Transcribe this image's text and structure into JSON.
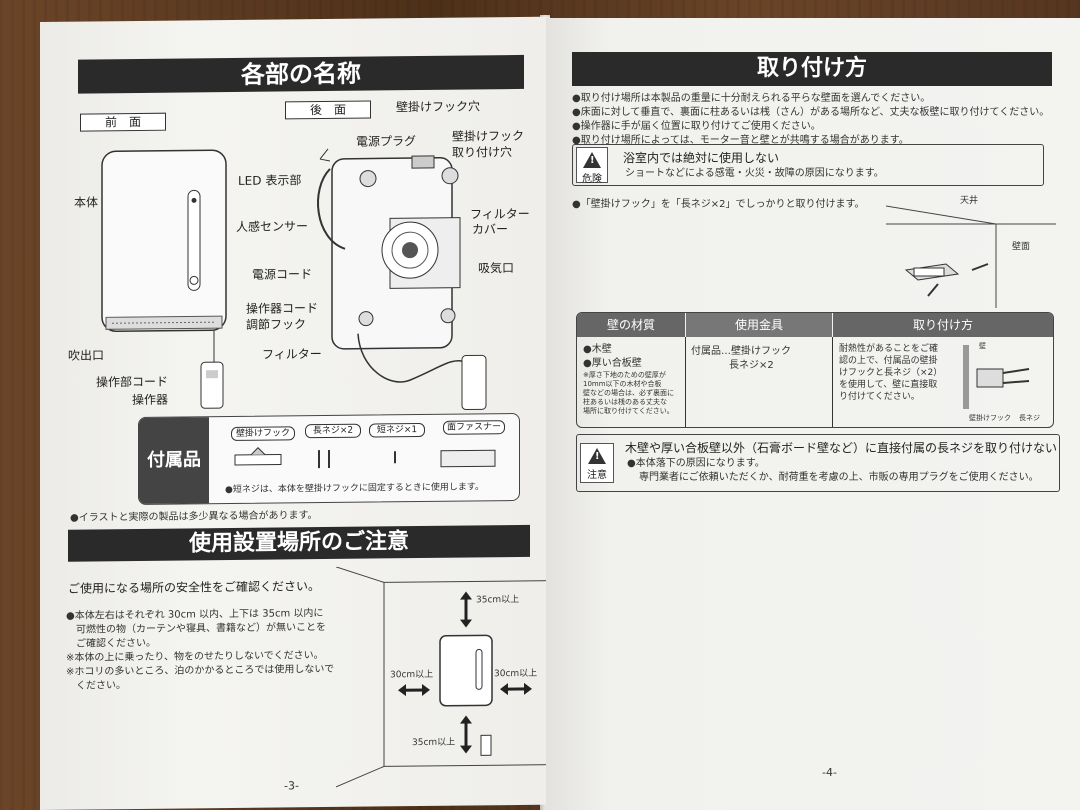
{
  "left_page": {
    "section1_title": "各部の名称",
    "front_label": "前　面",
    "back_label": "後　面",
    "labels": {
      "body": "本体",
      "led": "LED 表示部",
      "sensor": "人感センサー",
      "outlet": "吹出口",
      "op_cord": "操作部コード",
      "controller": "操作器",
      "hook_hole": "壁掛けフック穴",
      "plug": "電源プラグ",
      "hook_mount_1": "壁掛けフック",
      "hook_mount_2": "取り付け穴",
      "filter_cover_1": "フィルター",
      "filter_cover_2": "カバー",
      "power_cord": "電源コード",
      "intake": "吸気口",
      "cord_hook_1": "操作器コード",
      "cord_hook_2": "調節フック",
      "filter": "フィルター"
    },
    "accessories": {
      "title": "付属品",
      "items": [
        "壁掛けフック",
        "長ネジ×2",
        "短ネジ×1",
        "面ファスナー"
      ],
      "note": "●短ネジは、本体を壁掛けフックに固定するときに使用します。"
    },
    "illustration_note": "●イラストと実際の製品は多少異なる場合があります。",
    "section2_title": "使用設置場所のご注意",
    "check_text": "ご使用になる場所の安全性をご確認ください。",
    "notes": [
      "●本体左右はそれぞれ 30cm 以内、上下は 35cm 以内に",
      "　可燃性の物（カーテンや寝具、書籍など）が無いことを",
      "　ご確認ください。",
      "※本体の上に乗ったり、物をのせたりしないでください。",
      "※ホコリの多いところ、泊のかかるところでは使用しないで",
      "　ください。"
    ],
    "dims": {
      "top": "35cm以上",
      "left": "30cm以上",
      "right": "30cm以上",
      "bottom": "35cm以上"
    },
    "page_num": "-3-"
  },
  "right_page": {
    "title": "取り付け方",
    "bullets": [
      "●取り付け場所は本製品の重量に十分耐えられる平らな壁面を選んでください。",
      "●床面に対して垂直で、裏面に柱あるいは桟（さん）がある場所など、丈夫な板壁に取り付けてください。",
      "●操作器に手が届く位置に取り付けてご使用ください。",
      "●取り付け場所によっては、モーター音と壁とが共鳴する場合があります。"
    ],
    "danger": {
      "icon_label": "危険",
      "line1": "浴室内では絶対に使用しない",
      "line2": "ショートなどによる感電・火災・故障の原因になります。"
    },
    "mount_text": "●「壁掛けフック」を「長ネジ×2」でしっかりと取り付けます。",
    "ceiling": "天井",
    "wall": "壁面",
    "table": {
      "headers": [
        "壁の材質",
        "使用金具",
        "取り付け方"
      ],
      "material": [
        "●木壁",
        "●厚い合板壁"
      ],
      "material_note": [
        "※厚さ下地のための壁厚が",
        "10mm以下の木材や合板",
        "壁などの場合は、必ず裏面に",
        "柱あるいは桟のある丈夫な",
        "場所に取り付けてください。"
      ],
      "hardware": [
        "付属品…壁掛けフック",
        "長ネジ×2"
      ],
      "method": [
        "耐熱性があることをご確",
        "認の上で、付属品の壁掛",
        "けフックと長ネジ（×2）",
        "を使用して、壁に直接取",
        "り付けてください。"
      ],
      "fig_labels": [
        "壁",
        "壁掛けフック",
        "長ネジ"
      ]
    },
    "caution": {
      "icon_label": "注意",
      "line1": "木壁や厚い合板壁以外（石膏ボード壁など）に直接付属の長ネジを取り付けない",
      "line2": "●本体落下の原因になります。",
      "line3": "専門業者にご依頼いただくか、耐荷重を考慮の上、市販の専用プラグをご使用ください。"
    },
    "page_num": "-4-"
  }
}
